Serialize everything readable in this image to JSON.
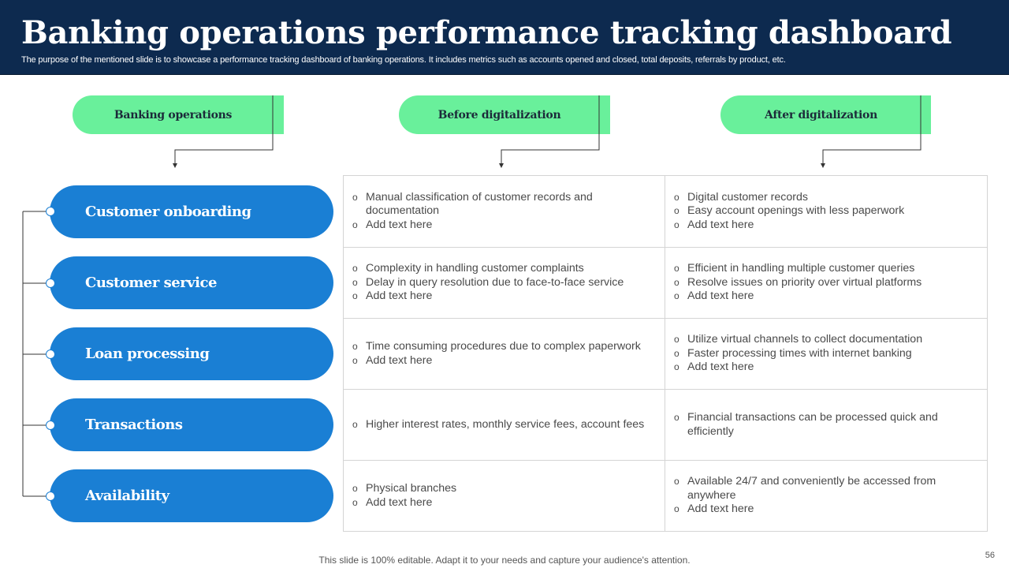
{
  "header": {
    "title": "Banking operations performance tracking dashboard",
    "subtitle": "The purpose of the mentioned slide is to showcase a performance tracking dashboard of banking operations. It includes metrics such as accounts opened and closed, total deposits, referrals by product, etc."
  },
  "columns": [
    {
      "label": "Banking operations"
    },
    {
      "label": "Before digitalization"
    },
    {
      "label": "After digitalization"
    }
  ],
  "rows": [
    {
      "category": "Customer onboarding",
      "before": [
        "Manual classification of customer records and documentation",
        "Add text here"
      ],
      "after": [
        "Digital customer records",
        "Easy account openings with less paperwork",
        "Add text here"
      ]
    },
    {
      "category": "Customer service",
      "before": [
        "Complexity in handling customer complaints",
        "Delay in query resolution due to face-to-face service",
        "Add text here"
      ],
      "after": [
        "Efficient in handling multiple customer queries",
        "Resolve issues on priority over virtual platforms",
        "Add text here"
      ]
    },
    {
      "category": "Loan processing",
      "before": [
        "Time consuming procedures due to complex paperwork",
        "Add text here"
      ],
      "after": [
        "Utilize virtual channels to collect documentation",
        "Faster processing times with internet banking",
        "Add text here"
      ]
    },
    {
      "category": "Transactions",
      "before": [
        "Higher interest rates, monthly service fees, account fees"
      ],
      "after": [
        "Financial transactions can be processed quick and efficiently"
      ]
    },
    {
      "category": "Availability",
      "before": [
        "Physical branches",
        "Add text here"
      ],
      "after": [
        "Available 24/7 and conveniently be accessed from anywhere",
        "Add text here"
      ]
    }
  ],
  "footer": {
    "note": "This slide is 100% editable. Adapt it to your needs and capture your audience's attention.",
    "page_number": "56"
  },
  "colors": {
    "header_bg": "#0d2a4f",
    "pill_green": "#69f09b",
    "category_blue": "#1a7fd4"
  }
}
